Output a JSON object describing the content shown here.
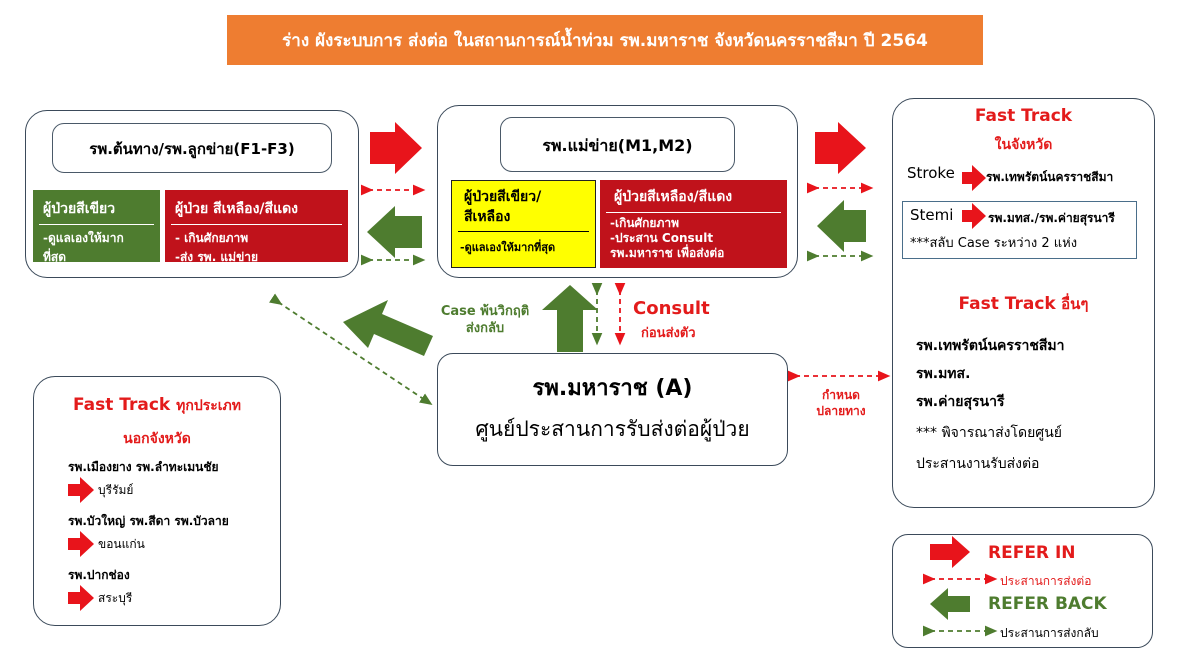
{
  "title": "ร่าง  ผังระบบการ ส่งต่อ ในสถานการณ์น้ำท่วม รพ.มหาราช จังหวัดนครราชสีมา ปี 2564",
  "left_box": {
    "header": "รพ.ต้นทาง/รพ.ลูกข่าย(F1-F3)",
    "green_title": "ผู้ป่วยสีเขียว",
    "green_body": "-ดูแลเองให้มาก\nที่สุด",
    "red_title": "ผู้ป่วย สีเหลือง/สีแดง",
    "red_body": "- เกินศักยภาพ\n-ส่ง รพ. แม่ข่าย"
  },
  "center_box": {
    "header": "รพ.แม่ข่าย(M1,M2)",
    "yellow_title": "ผู้ป่วยสีเขียว/\nสีเหลือง",
    "yellow_body": "-ดูแลเองให้มากที่สุด",
    "red_title": "ผู้ป่วยสีเหลือง/สีแดง",
    "red_body": "-เกินศักยภาพ\n-ประสาน Consult\nรพ.มหาราช เพื่อส่งต่อ"
  },
  "right_box": {
    "ft_title": "Fast Track",
    "ft_sub": "ในจังหวัด",
    "stroke_label": "Stroke",
    "stroke_dest": "รพ.เทพรัตน์นครราชสีมา",
    "stemi_label": "Stemi",
    "stemi_dest": "รพ.มทส./รพ.ค่ายสุรนารี",
    "stemi_note": "***สลับ Case ระหว่าง 2 แห่ง",
    "ft_other_title": "Fast Track",
    "ft_other_suffix": "อื่นๆ",
    "other_list": [
      "รพ.เทพรัตน์นครราชสีมา",
      "รพ.มทส.",
      "รพ.ค่ายสุรนารี"
    ],
    "other_note": "*** พิจารณาส่งโดยศูนย์\nประสานงานรับส่งต่อ"
  },
  "main_box": {
    "line1": "รพ.มหาราช (A)",
    "line2": "ศูนย์ประสานการรับส่งต่อผู้ป่วย"
  },
  "labels": {
    "case_back": "Case พ้นวิกฤติ\nส่งกลับ",
    "consult": "Consult",
    "consult_sub": "ก่อนส่งตัว",
    "destination": "กำหนด\nปลายทาง"
  },
  "outside_box": {
    "title_en": "Fast Track",
    "title_th": "ทุกประเภท",
    "title_sub": "นอกจังหวัด",
    "groups": [
      {
        "hospitals": "รพ.เมืองยาง รพ.ลำทะเมนชัย",
        "dest": "บุรีรัมย์"
      },
      {
        "hospitals": "รพ.บัวใหญ่ รพ.สีดา รพ.บัวลาย",
        "dest": "ขอนแก่น"
      },
      {
        "hospitals": "รพ.ปากช่อง",
        "dest": "สระบุรี"
      }
    ]
  },
  "legend": {
    "refer_in": "REFER IN",
    "coord_out": "ประสานการส่งต่อ",
    "refer_back": "REFER BACK",
    "coord_back": "ประสานการส่งกลับ"
  },
  "colors": {
    "title_bg": "#ee7d31",
    "red": "#c0121b",
    "green": "#4e7c2f",
    "yellow": "#ffff00",
    "arrow_red": "#e8141b",
    "arrow_green": "#4e7c2f"
  }
}
